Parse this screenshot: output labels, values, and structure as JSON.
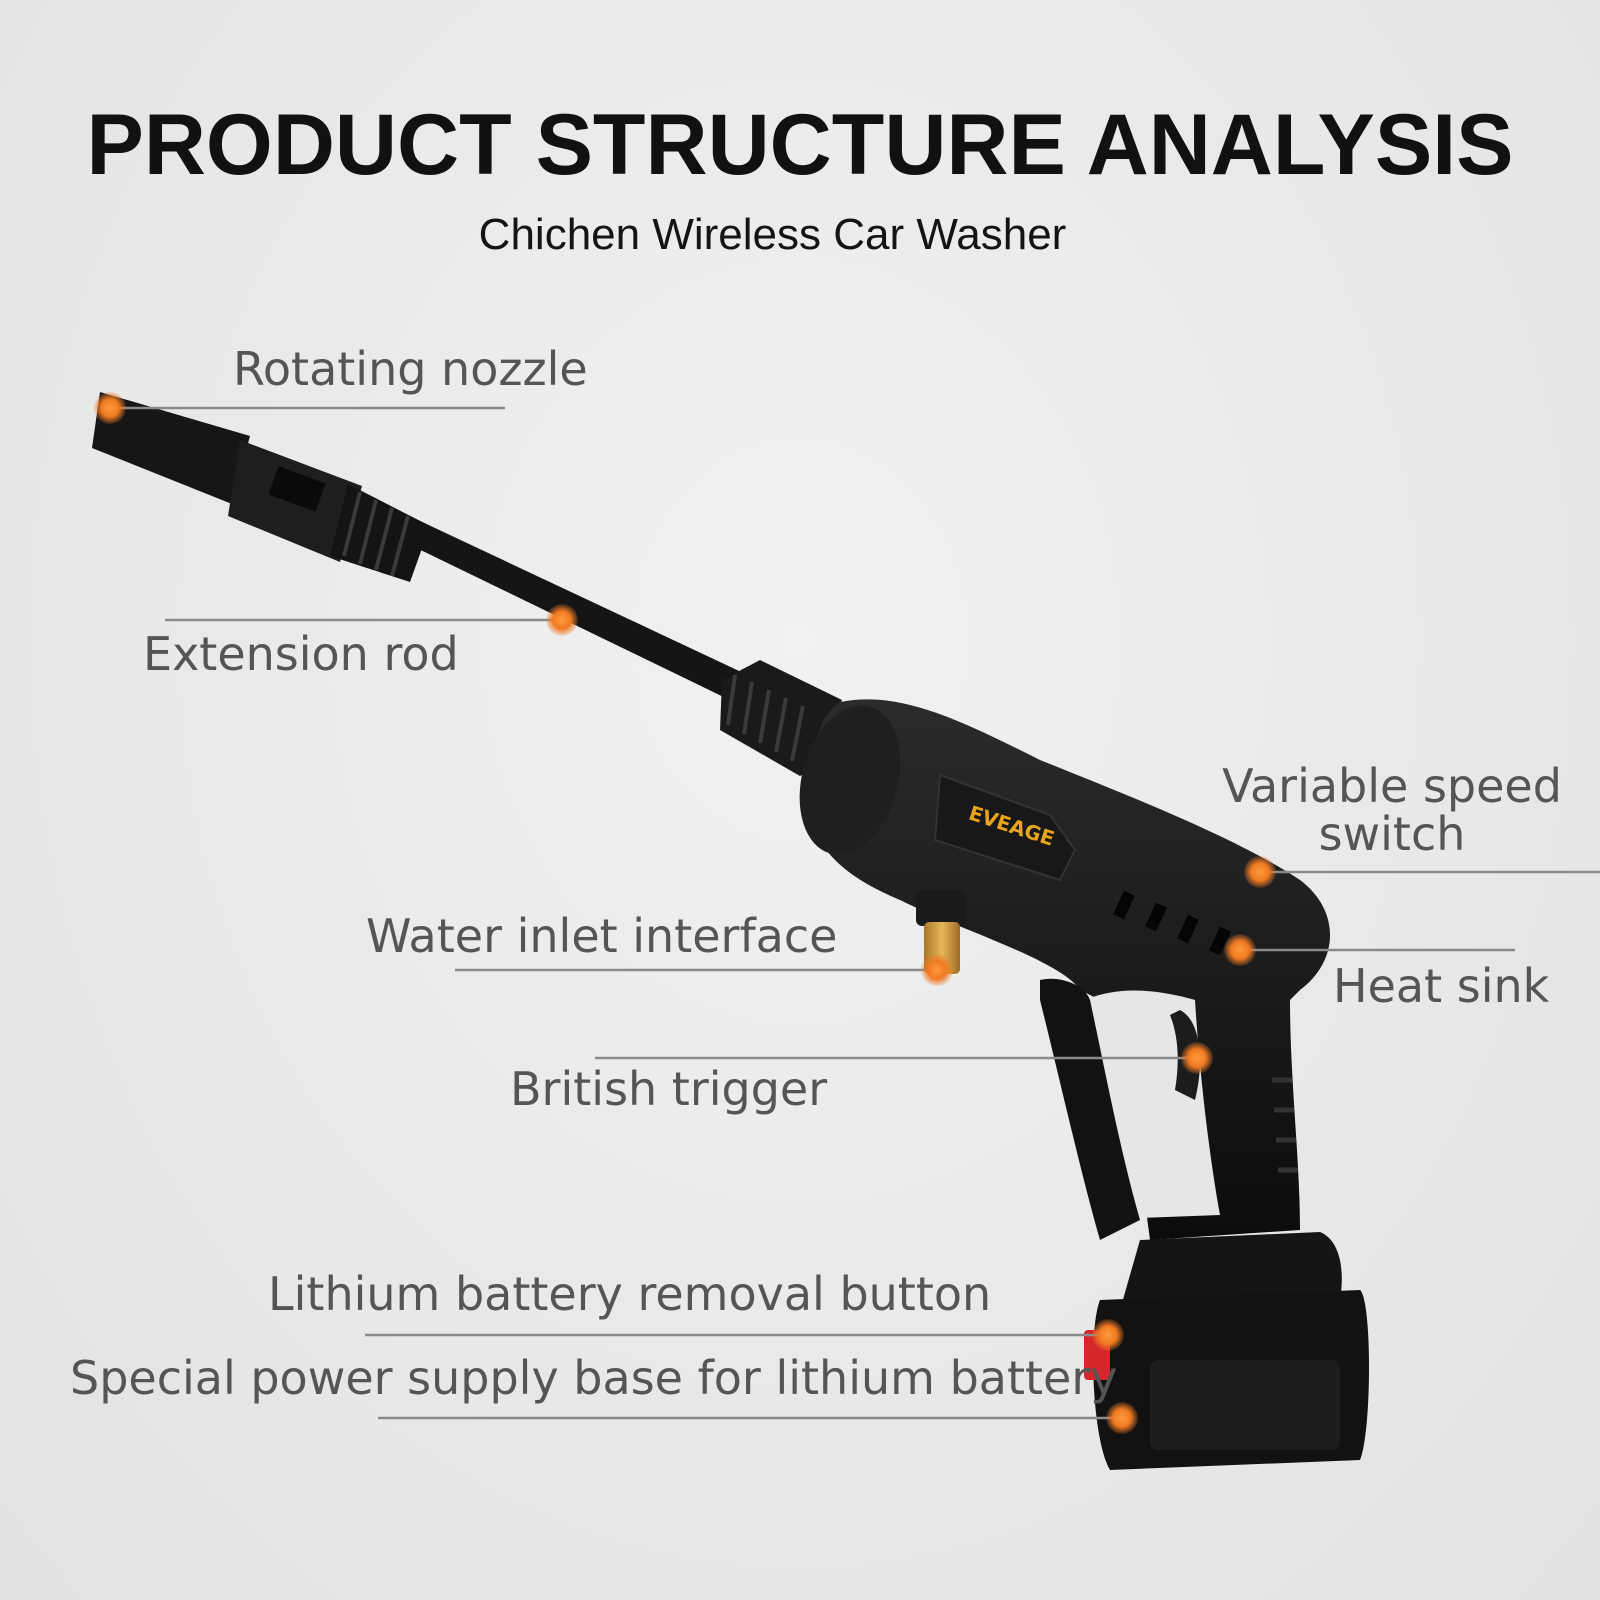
{
  "header": {
    "title": "PRODUCT STRUCTURE ANALYSIS",
    "subtitle": "Chichen Wireless Car Washer"
  },
  "product": {
    "logo_text": "EVEAGE"
  },
  "labels": {
    "rotating_nozzle": "Rotating nozzle",
    "extension_rod": "Extension rod",
    "variable_speed_switch_line1": "Variable speed",
    "variable_speed_switch_line2": "switch",
    "water_inlet_interface": "Water inlet interface",
    "heat_sink": "Heat sink",
    "british_trigger": "British trigger",
    "battery_removal_button": "Lithium battery removal button",
    "power_supply_base": "Special power supply base for lithium battery"
  },
  "colors": {
    "marker": "#f07a22",
    "leader_line": "#8a8a8a",
    "label_text": "#555555",
    "logo": "#e8a51c",
    "battery_release": "#d4262b"
  }
}
